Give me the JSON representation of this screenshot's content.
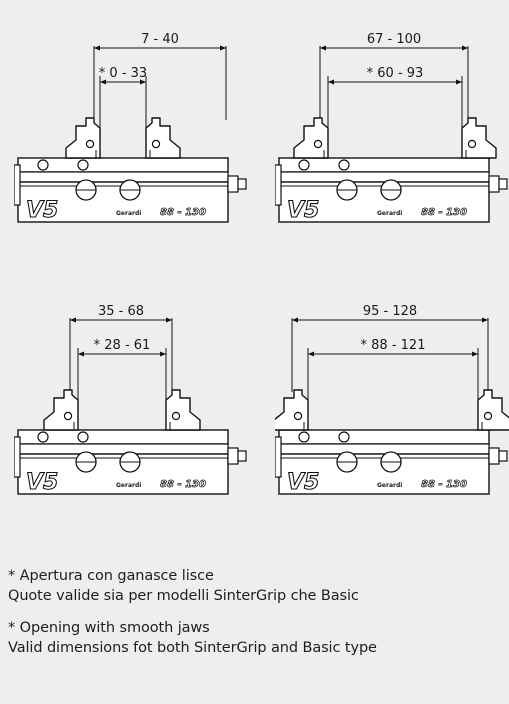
{
  "vises": [
    {
      "outer_label": "7 - 40",
      "inner_label": "* 0 - 33",
      "opening": "closed"
    },
    {
      "outer_label": "67 - 100",
      "inner_label": "* 60 - 93",
      "opening": "wide"
    },
    {
      "outer_label": "35 - 68",
      "inner_label": "* 28 - 61",
      "opening": "medium"
    },
    {
      "outer_label": "95 - 128",
      "inner_label": "* 88 - 121",
      "opening": "max"
    }
  ],
  "vise_logo": "V5",
  "vise_brand": "Gerardi",
  "vise_model": "88 - 130",
  "notes": {
    "it_line1": "* Apertura con ganasce lisce",
    "it_line2": "Quote valide sia per modelli SinterGrip che Basic",
    "en_line1": "* Opening with smooth jaws",
    "en_line2": "Valid dimensions fot both SinterGrip and Basic type"
  }
}
